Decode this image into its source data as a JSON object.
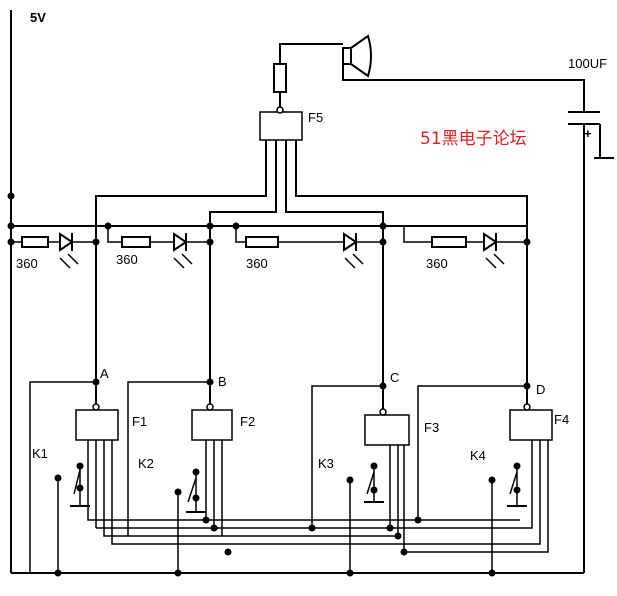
{
  "supply": {
    "label": "5V"
  },
  "capacitor": {
    "label": "100UF",
    "polarity": "+"
  },
  "watermark": {
    "text": "51黑电子论坛",
    "color": "#e02020"
  },
  "chips": {
    "f1": "F1",
    "f2": "F2",
    "f3": "F3",
    "f4": "F4",
    "f5": "F5"
  },
  "nodes": {
    "a": "A",
    "b": "B",
    "c": "C",
    "d": "D"
  },
  "resistors": {
    "r1": "360",
    "r2": "360",
    "r3": "360",
    "r4": "360"
  },
  "keys": {
    "k1": "K1",
    "k2": "K2",
    "k3": "K3",
    "k4": "K4"
  }
}
